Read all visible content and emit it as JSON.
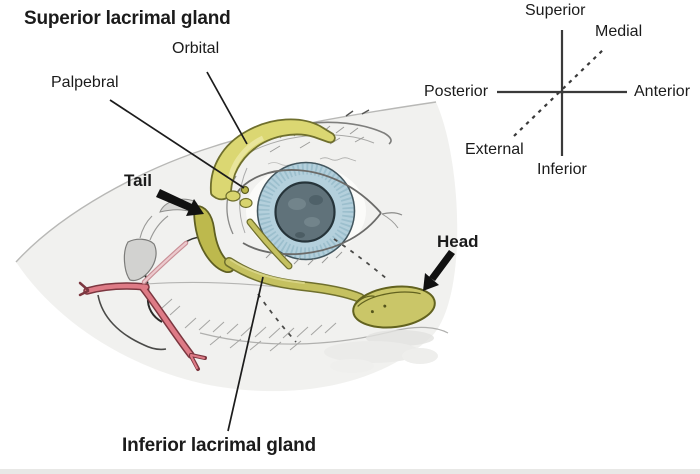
{
  "figure": {
    "description": "Lateral-view anatomical sketch of an avian eye showing lacrimal glands",
    "labels": {
      "superior_gland_title": "Superior lacrimal gland",
      "orbital": "Orbital",
      "palpebral": "Palpebral",
      "tail": "Tail",
      "head": "Head",
      "inferior_gland_title": "Inferior lacrimal gland"
    }
  },
  "compass": {
    "superior": "Superior",
    "medial": "Medial",
    "posterior": "Posterior",
    "anterior": "Anterior",
    "external": "External",
    "inferior": "Inferior"
  },
  "colors": {
    "gland_yellow": "#dbd772",
    "gland_outline": "#6f6f2d",
    "duct_olive": "#c5c160",
    "iris_blue": "#b4d0dc",
    "pupil_gray": "#60727a",
    "vessel_red": "#de7b86",
    "ink_black": "#1b1b1b",
    "sketch_gray": "#9a9a98"
  }
}
